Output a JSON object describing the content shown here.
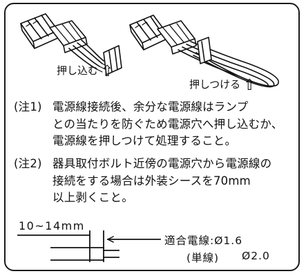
{
  "labels": {
    "push_in": "押し込む",
    "push_against": "押しつける"
  },
  "notes": [
    {
      "tag": "(注1)",
      "lines": [
        "電源線接続後、余分な電源線はランプ",
        "との当たりを防ぐため電源穴へ押し込むか、",
        "電源線を押しつけて処理すること。"
      ]
    },
    {
      "tag": "(注2)",
      "lines": [
        "器具取付ボルト近傍の電源穴から電源線の",
        "接続をする場合は外装シースを70mm",
        "以上剥くこと。"
      ]
    }
  ],
  "strip": {
    "length_label": "10~14mm",
    "wire_label": "適合電線:Ø1.6",
    "single_label": "(単線)",
    "single_value": "Ø2.0"
  },
  "icons": {
    "arrow": "up-arrow-icon",
    "connector": "connector-icon"
  }
}
